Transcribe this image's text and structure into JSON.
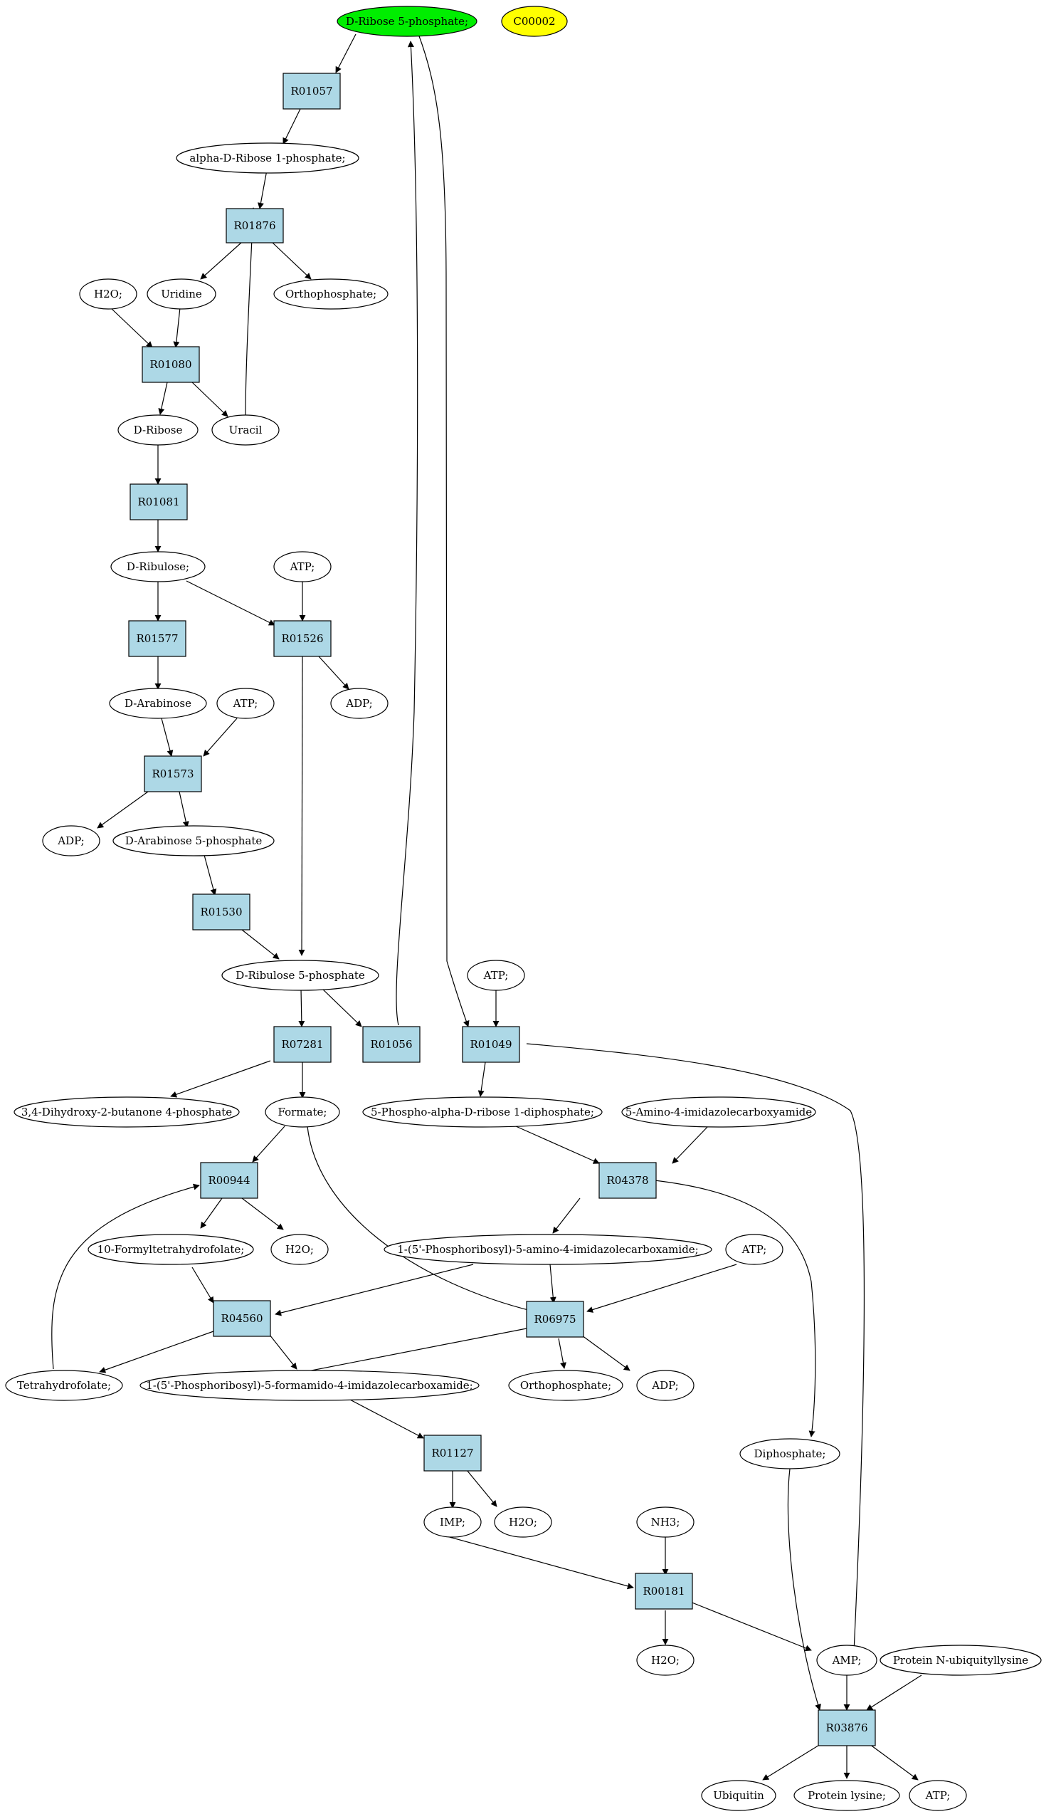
{
  "compounds": {
    "r5p": "D-Ribose 5-phosphate;",
    "c00002": "C00002",
    "ar1p": "alpha-D-Ribose 1-phosphate;",
    "h2o_a": "H2O;",
    "uridine": "Uridine",
    "ortho_a": "Orthophosphate;",
    "dribose": "D-Ribose",
    "uracil": "Uracil",
    "dribulose": "D-Ribulose;",
    "atp_a": "ATP;",
    "darabinose": "D-Arabinose",
    "atp_b": "ATP;",
    "adp_a": "ADP;",
    "adp_b": "ADP;",
    "dara5p": "D-Arabinose 5-phosphate",
    "dru5p": "D-Ribulose 5-phosphate",
    "atp_c": "ATP;",
    "dhbp": "3,4-Dihydroxy-2-butanone 4-phosphate",
    "formate": "Formate;",
    "prpp": "5-Phospho-alpha-D-ribose 1-diphosphate;",
    "aica": "5-Amino-4-imidazolecarboxyamide",
    "fthf": "10-Formyltetrahydrofolate;",
    "h2o_b": "H2O;",
    "aicar": "1-(5'-Phosphoribosyl)-5-amino-4-imidazolecarboxamide;",
    "atp_d": "ATP;",
    "thf": "Tetrahydrofolate;",
    "faicar": "1-(5'-Phosphoribosyl)-5-formamido-4-imidazolecarboxamide;",
    "ortho_b": "Orthophosphate;",
    "adp_c": "ADP;",
    "diphosphate": "Diphosphate;",
    "imp": "IMP;",
    "h2o_c": "H2O;",
    "nh3": "NH3;",
    "h2o_d": "H2O;",
    "amp": "AMP;",
    "pnul": "Protein N-ubiquityllysine",
    "ubiquitin": "Ubiquitin",
    "plys": "Protein lysine;",
    "atp_e": "ATP;"
  },
  "reactions": {
    "R01057": "R01057",
    "R01876": "R01876",
    "R01080": "R01080",
    "R01081": "R01081",
    "R01577": "R01577",
    "R01526": "R01526",
    "R01573": "R01573",
    "R01530": "R01530",
    "R07281": "R07281",
    "R01056": "R01056",
    "R01049": "R01049",
    "R00944": "R00944",
    "R04378": "R04378",
    "R04560": "R04560",
    "R06975": "R06975",
    "R01127": "R01127",
    "R00181": "R00181",
    "R03876": "R03876"
  },
  "colors": {
    "highlight_node": "#00ee00",
    "auxiliary_node": "#ffff00",
    "reaction_node": "#add8e6"
  }
}
